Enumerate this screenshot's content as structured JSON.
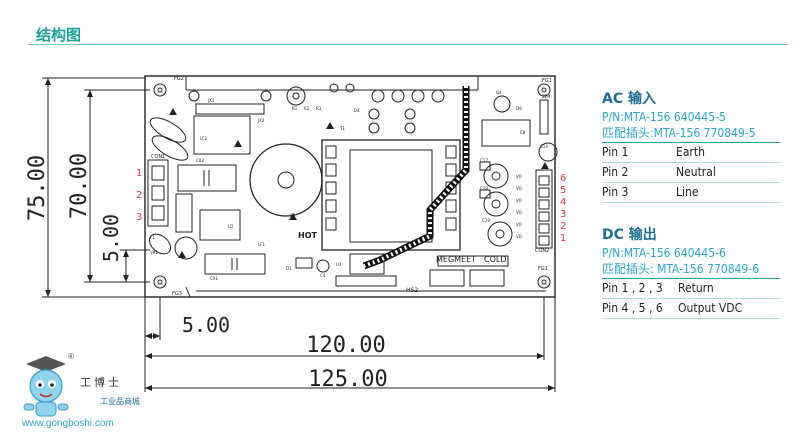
{
  "header": {
    "title": "结构图"
  },
  "board": {
    "ref_labels": {
      "con1": "CON1",
      "con2": "CON2",
      "fg2": "FG2",
      "fg1": "FG1",
      "fg3": "FG3",
      "hs2": "HS2",
      "hot": "HOT",
      "brand": "MEGMEET",
      "cold": "COLD",
      "r_1": "R1",
      "r_2": "R2",
      "r_3": "R3",
      "jx1": "JX1",
      "jx2": "JX2",
      "q4": "Q4",
      "d9": "D9",
      "zd4": "ZD4",
      "t1": "T1",
      "c1": "C1",
      "c4": "C4",
      "f1": "F1",
      "lf1": "LF1",
      "lf2": "LF2",
      "cx2": "CX2",
      "cx1": "CX1",
      "vr1": "VR1",
      "u1": "U1",
      "u2": "U2",
      "d1": "D1",
      "d4": "D4",
      "c17": "C17",
      "c18": "C18",
      "c19": "C19",
      "c8": "C8",
      "c9": "C9",
      "c14": "C14",
      "vo": "VO"
    },
    "left_pins": [
      "1",
      "2",
      "3"
    ],
    "right_pins": [
      "6",
      "5",
      "4",
      "3",
      "2",
      "1"
    ],
    "accent_color": "#d04040"
  },
  "dimensions": {
    "h_75": "75.00",
    "h_70": "70.00",
    "h_5": "5.00",
    "w_5": "5.00",
    "w_120": "120.00",
    "w_125": "125.00"
  },
  "ac_input": {
    "title": "AC 输入",
    "pn": "P/N:MTA-156 640445-5",
    "mate": "匹配插头:MTA-156 770849-5",
    "pins": [
      {
        "pin": "Pin 1",
        "function": "Earth"
      },
      {
        "pin": "Pin 2",
        "function": "Neutral"
      },
      {
        "pin": "Pin 3",
        "function": "Line"
      }
    ]
  },
  "dc_output": {
    "title": "DC 输出",
    "pn": "P/N:MTA-156 640445-6",
    "mate": "匹配插头: MTA-156 770849-6",
    "pins": [
      {
        "pin": "Pin 1 , 2 , 3",
        "function": "Return"
      },
      {
        "pin": "Pin 4 , 5 , 6",
        "function": "Output VDC"
      }
    ]
  },
  "logo": {
    "name": "工博士",
    "sub": "工业品商城",
    "url": "www.gongboshi.com",
    "reg": "®"
  },
  "colors": {
    "teal": "#1ea39a",
    "blue": "#1e6e93",
    "light_blue": "#2aa6c6"
  }
}
